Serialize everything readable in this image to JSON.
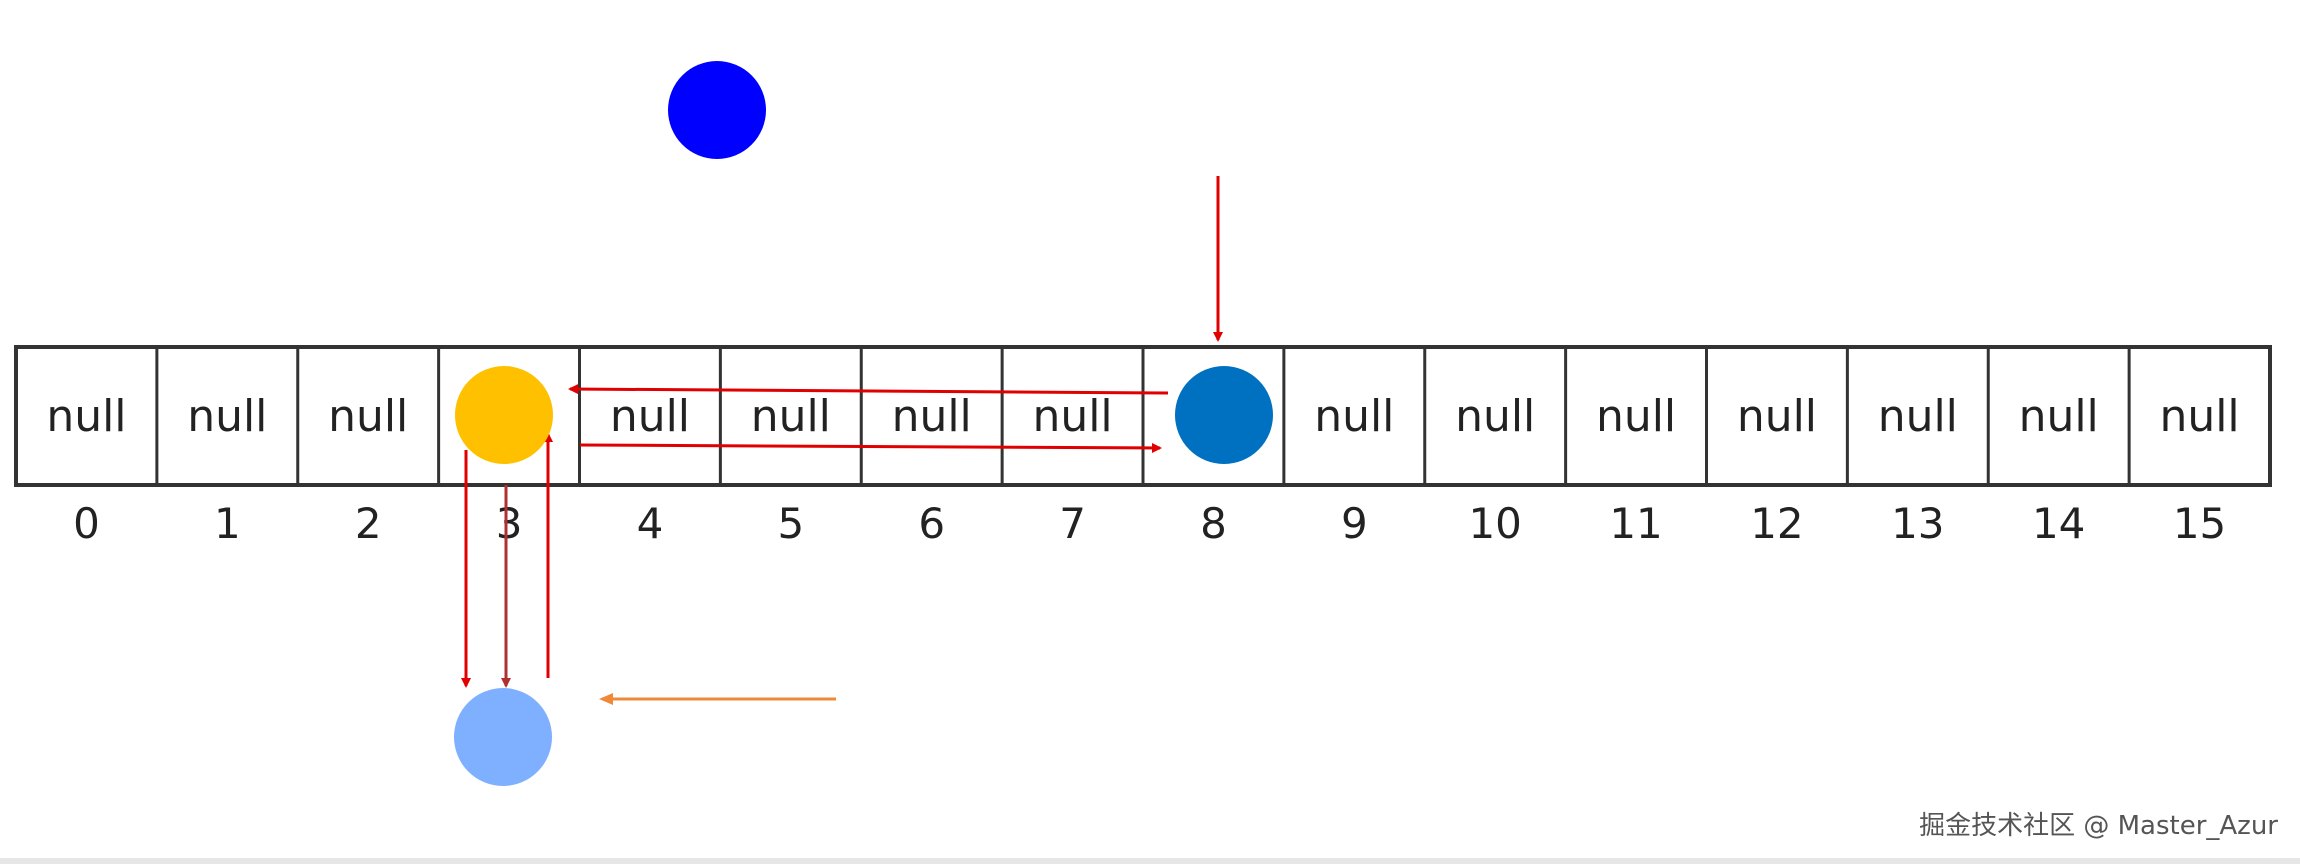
{
  "array": {
    "cells": [
      "null",
      "null",
      "null",
      "",
      "null",
      "null",
      "null",
      "null",
      "",
      "null",
      "null",
      "null",
      "null",
      "null",
      "null",
      "null"
    ],
    "indices": [
      "0",
      "1",
      "2",
      "3",
      "4",
      "5",
      "6",
      "7",
      "8",
      "9",
      "10",
      "11",
      "12",
      "13",
      "14",
      "15"
    ]
  },
  "nodes": [
    {
      "name": "node-blue-floating",
      "color": "#0000ff"
    },
    {
      "name": "node-yellow-index-3",
      "color": "#ffc000"
    },
    {
      "name": "node-dark-blue-index-8",
      "color": "#0070c0"
    },
    {
      "name": "node-light-blue-below-3",
      "color": "#7fb0ff"
    }
  ],
  "colors": {
    "grid": "#333333",
    "arrow_red": "#e00000",
    "arrow_dark_red": "#b03030",
    "arrow_orange": "#f0883a"
  },
  "watermark": "掘金技术社区 @ Master_Azur"
}
